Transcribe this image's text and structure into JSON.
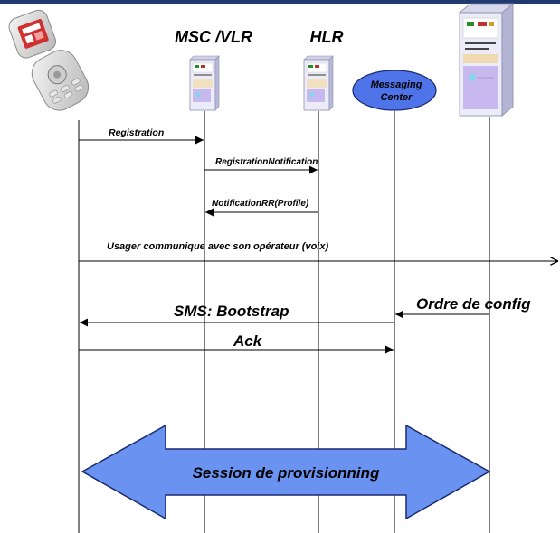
{
  "entities": {
    "msc_vlr": "MSC /VLR",
    "hlr": "HLR",
    "messaging_center": [
      "Messaging",
      "Center"
    ]
  },
  "messages": {
    "registration": "Registration",
    "registration_notification": "RegistrationNotification",
    "notification_rr": "NotificationRR(Profile)",
    "voice": "Usager communique avec son opérateur (voix)",
    "sms_bootstrap": "SMS: Bootstrap",
    "ordre_config": "Ordre de config",
    "ack": "Ack"
  },
  "session": {
    "label": "Session de provisionning"
  },
  "colors": {
    "top_bar": "#1f3a6e",
    "ellipse_fill": "#4f73e8",
    "arrow_fill": "#6a92f0",
    "server_body": "#e8e8f8",
    "server_side": "#b8b8d8",
    "server_purple": "#c8b8f0",
    "phone_body": "#dcdcdc",
    "phone_red": "#d03030"
  },
  "icons": [
    "mobile-phone-icon",
    "msc-server-icon",
    "hlr-server-icon",
    "tower-server-icon"
  ]
}
